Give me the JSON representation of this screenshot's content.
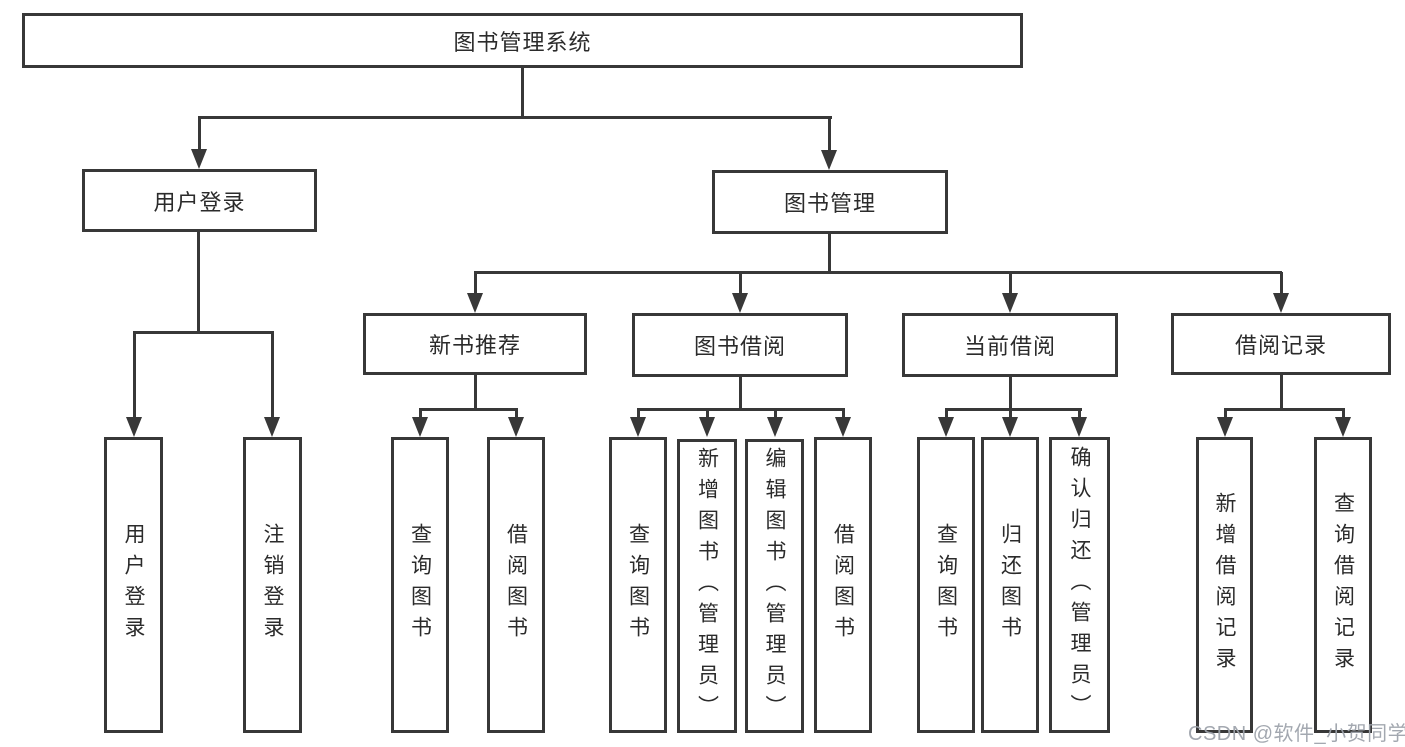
{
  "diagram_title": "图书管理系统",
  "nodes": {
    "root": "图书管理系统",
    "user_login": "用户登录",
    "book_mgmt": "图书管理",
    "new_book_rec": "新书推荐",
    "book_borrow": "图书借阅",
    "current_borrow": "当前借阅",
    "borrow_records": "借阅记录",
    "leaf_user_login": "用户登录",
    "leaf_logout": "注销登录",
    "leaf_query_books_1": "查询图书",
    "leaf_borrow_books_1": "借阅图书",
    "leaf_query_books_2": "查询图书",
    "leaf_add_book_admin": "新增图书（管理员）",
    "leaf_edit_book_admin": "编辑图书（管理员）",
    "leaf_borrow_books_2": "借阅图书",
    "leaf_query_books_3": "查询图书",
    "leaf_return_book": "归还图书",
    "leaf_confirm_return_admin": "确认归还（管理员）",
    "leaf_add_borrow_record": "新增借阅记录",
    "leaf_query_borrow_record": "查询借阅记录"
  },
  "structure": {
    "图书管理系统": {
      "用户登录": [
        "用户登录",
        "注销登录"
      ],
      "图书管理": {
        "新书推荐": [
          "查询图书",
          "借阅图书"
        ],
        "图书借阅": [
          "查询图书",
          "新增图书（管理员）",
          "编辑图书（管理员）",
          "借阅图书"
        ],
        "当前借阅": [
          "查询图书",
          "归还图书",
          "确认归还（管理员）"
        ],
        "借阅记录": [
          "新增借阅记录",
          "查询借阅记录"
        ]
      }
    }
  },
  "watermark": "CSDN @软件_小贺同学",
  "colors": {
    "line": "#383838",
    "box_border": "#383838",
    "text": "#2b2b2b",
    "watermark": "#9ea3ac",
    "background": "#ffffff"
  }
}
